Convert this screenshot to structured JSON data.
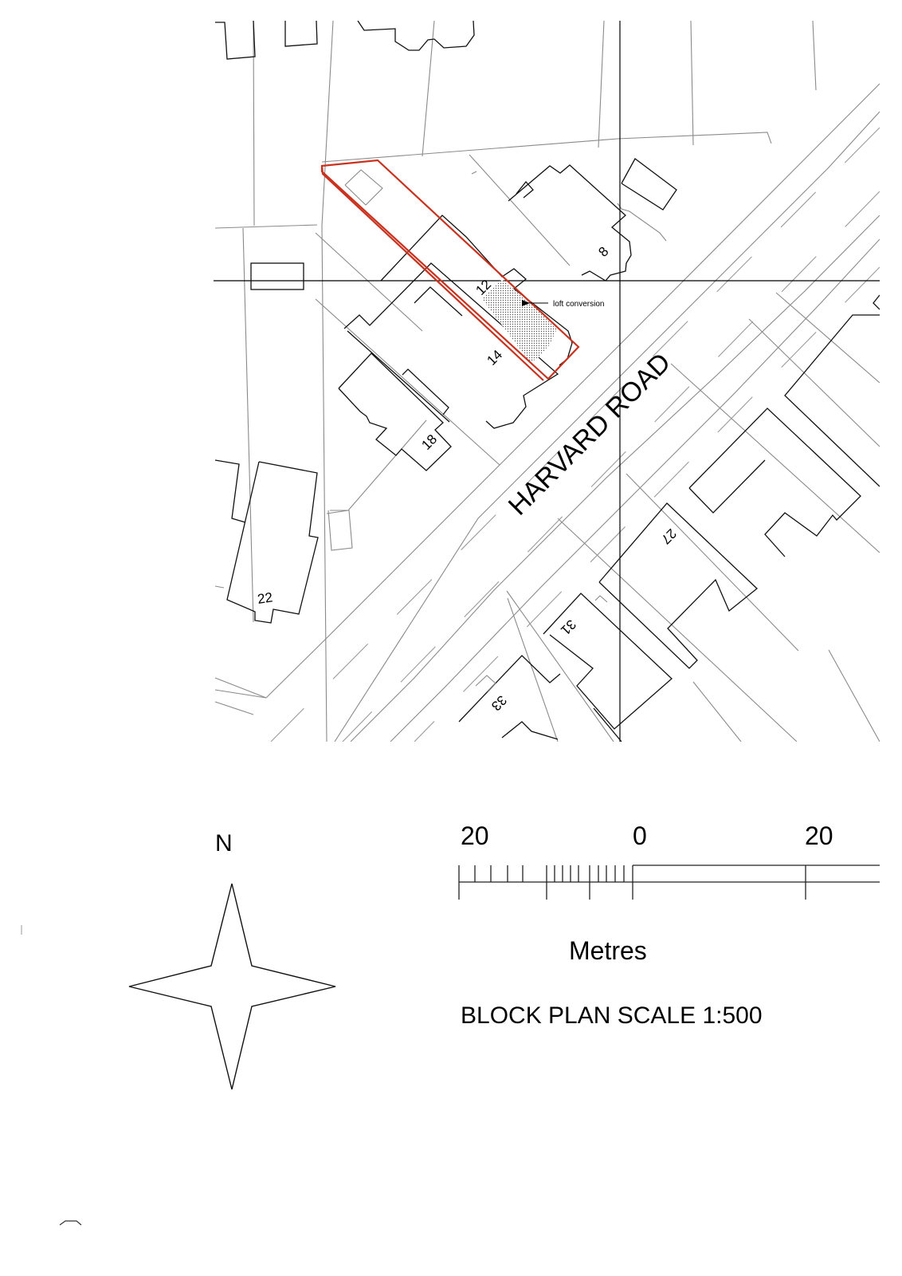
{
  "plan": {
    "road_name": "HARVARD ROAD",
    "annotation": "loft conversion",
    "house_numbers": {
      "h8": "8",
      "h12": "12",
      "h14": "14",
      "h18": "18",
      "h22": "22",
      "h27": "27",
      "h31": "31",
      "h33": "33"
    },
    "colors": {
      "site_boundary": "#c8321e",
      "buildings": "#111111",
      "boundaries": "#8a8a8a"
    }
  },
  "north_arrow": {
    "label": "N"
  },
  "scale_bar": {
    "tick_labels": [
      "20",
      "0",
      "20"
    ],
    "unit": "Metres",
    "title": "BLOCK PLAN SCALE 1:500"
  }
}
